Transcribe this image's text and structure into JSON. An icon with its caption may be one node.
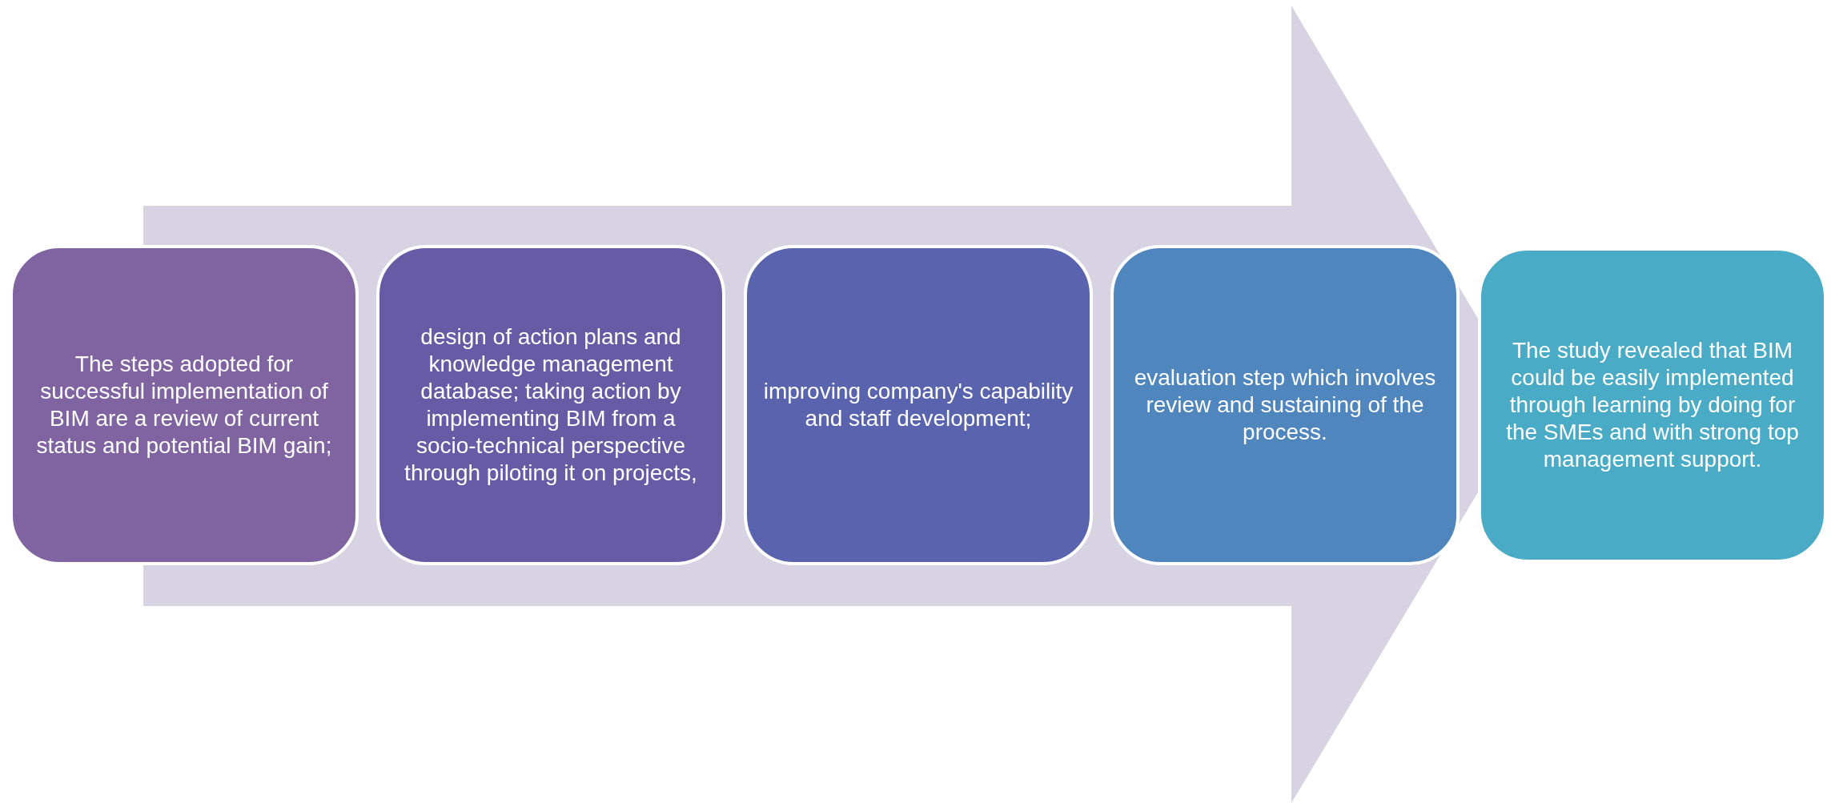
{
  "diagram": {
    "nodes": [
      {
        "text": [
          "The steps adopted for successful implementation of BIM are a review of current status and potential BIM gain;"
        ]
      },
      {
        "text": [
          "design of action plans and knowledge management database; taking action by implementing BIM from a socio-technical perspective through piloting it on projects,"
        ]
      },
      {
        "text": [
          "improving company's capability and staff development;"
        ]
      },
      {
        "text": [
          "evaluation step which involves review and sustaining of the process."
        ]
      },
      {
        "text": [
          "The study revealed that BIM could be easily implemented through learning by doing for the SMEs and with strong top management support."
        ]
      }
    ],
    "edges": [
      {
        "from": 0,
        "to": 4,
        "arrow": "to"
      }
    ]
  }
}
